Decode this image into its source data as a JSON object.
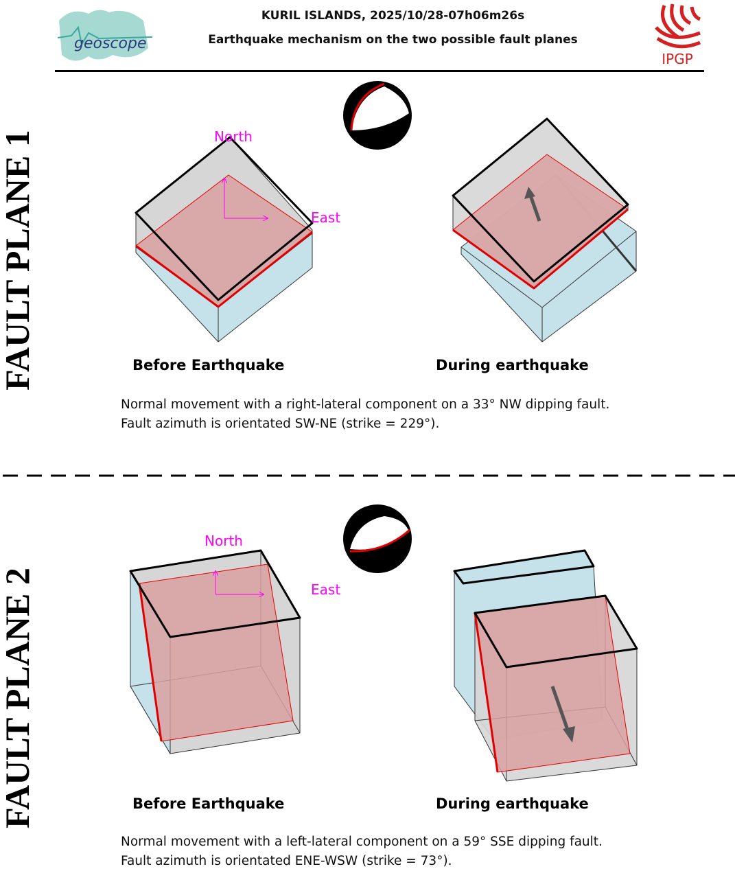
{
  "header": {
    "title": "KURIL ISLANDS, 2025/10/28-07h06m26s",
    "subtitle": "Earthquake mechanism on the two possible fault planes",
    "logo_left": "geoscope",
    "logo_right": "IPGP"
  },
  "colors": {
    "red": "#e00000",
    "pink": "#d9a0a0",
    "blue": "#c5e1ea",
    "gray": "#d6d6d6",
    "magenta": "#ff00ff"
  },
  "planes": [
    {
      "label": "FAULT PLANE 1",
      "north": "North",
      "east": "East",
      "before": "Before Earthquake",
      "during": "During earthquake",
      "line1": "Normal movement with a right-lateral component on a 33° NW dipping fault.",
      "line2": "Fault azimuth is orientated SW-NE (strike = 229°)."
    },
    {
      "label": "FAULT PLANE 2",
      "north": "North",
      "east": "East",
      "before": "Before Earthquake",
      "during": "During earthquake",
      "line1": "Normal movement with a left-lateral component on a 59° SSE dipping fault.",
      "line2": "Fault azimuth is orientated ENE-WSW (strike = 73°)."
    }
  ]
}
